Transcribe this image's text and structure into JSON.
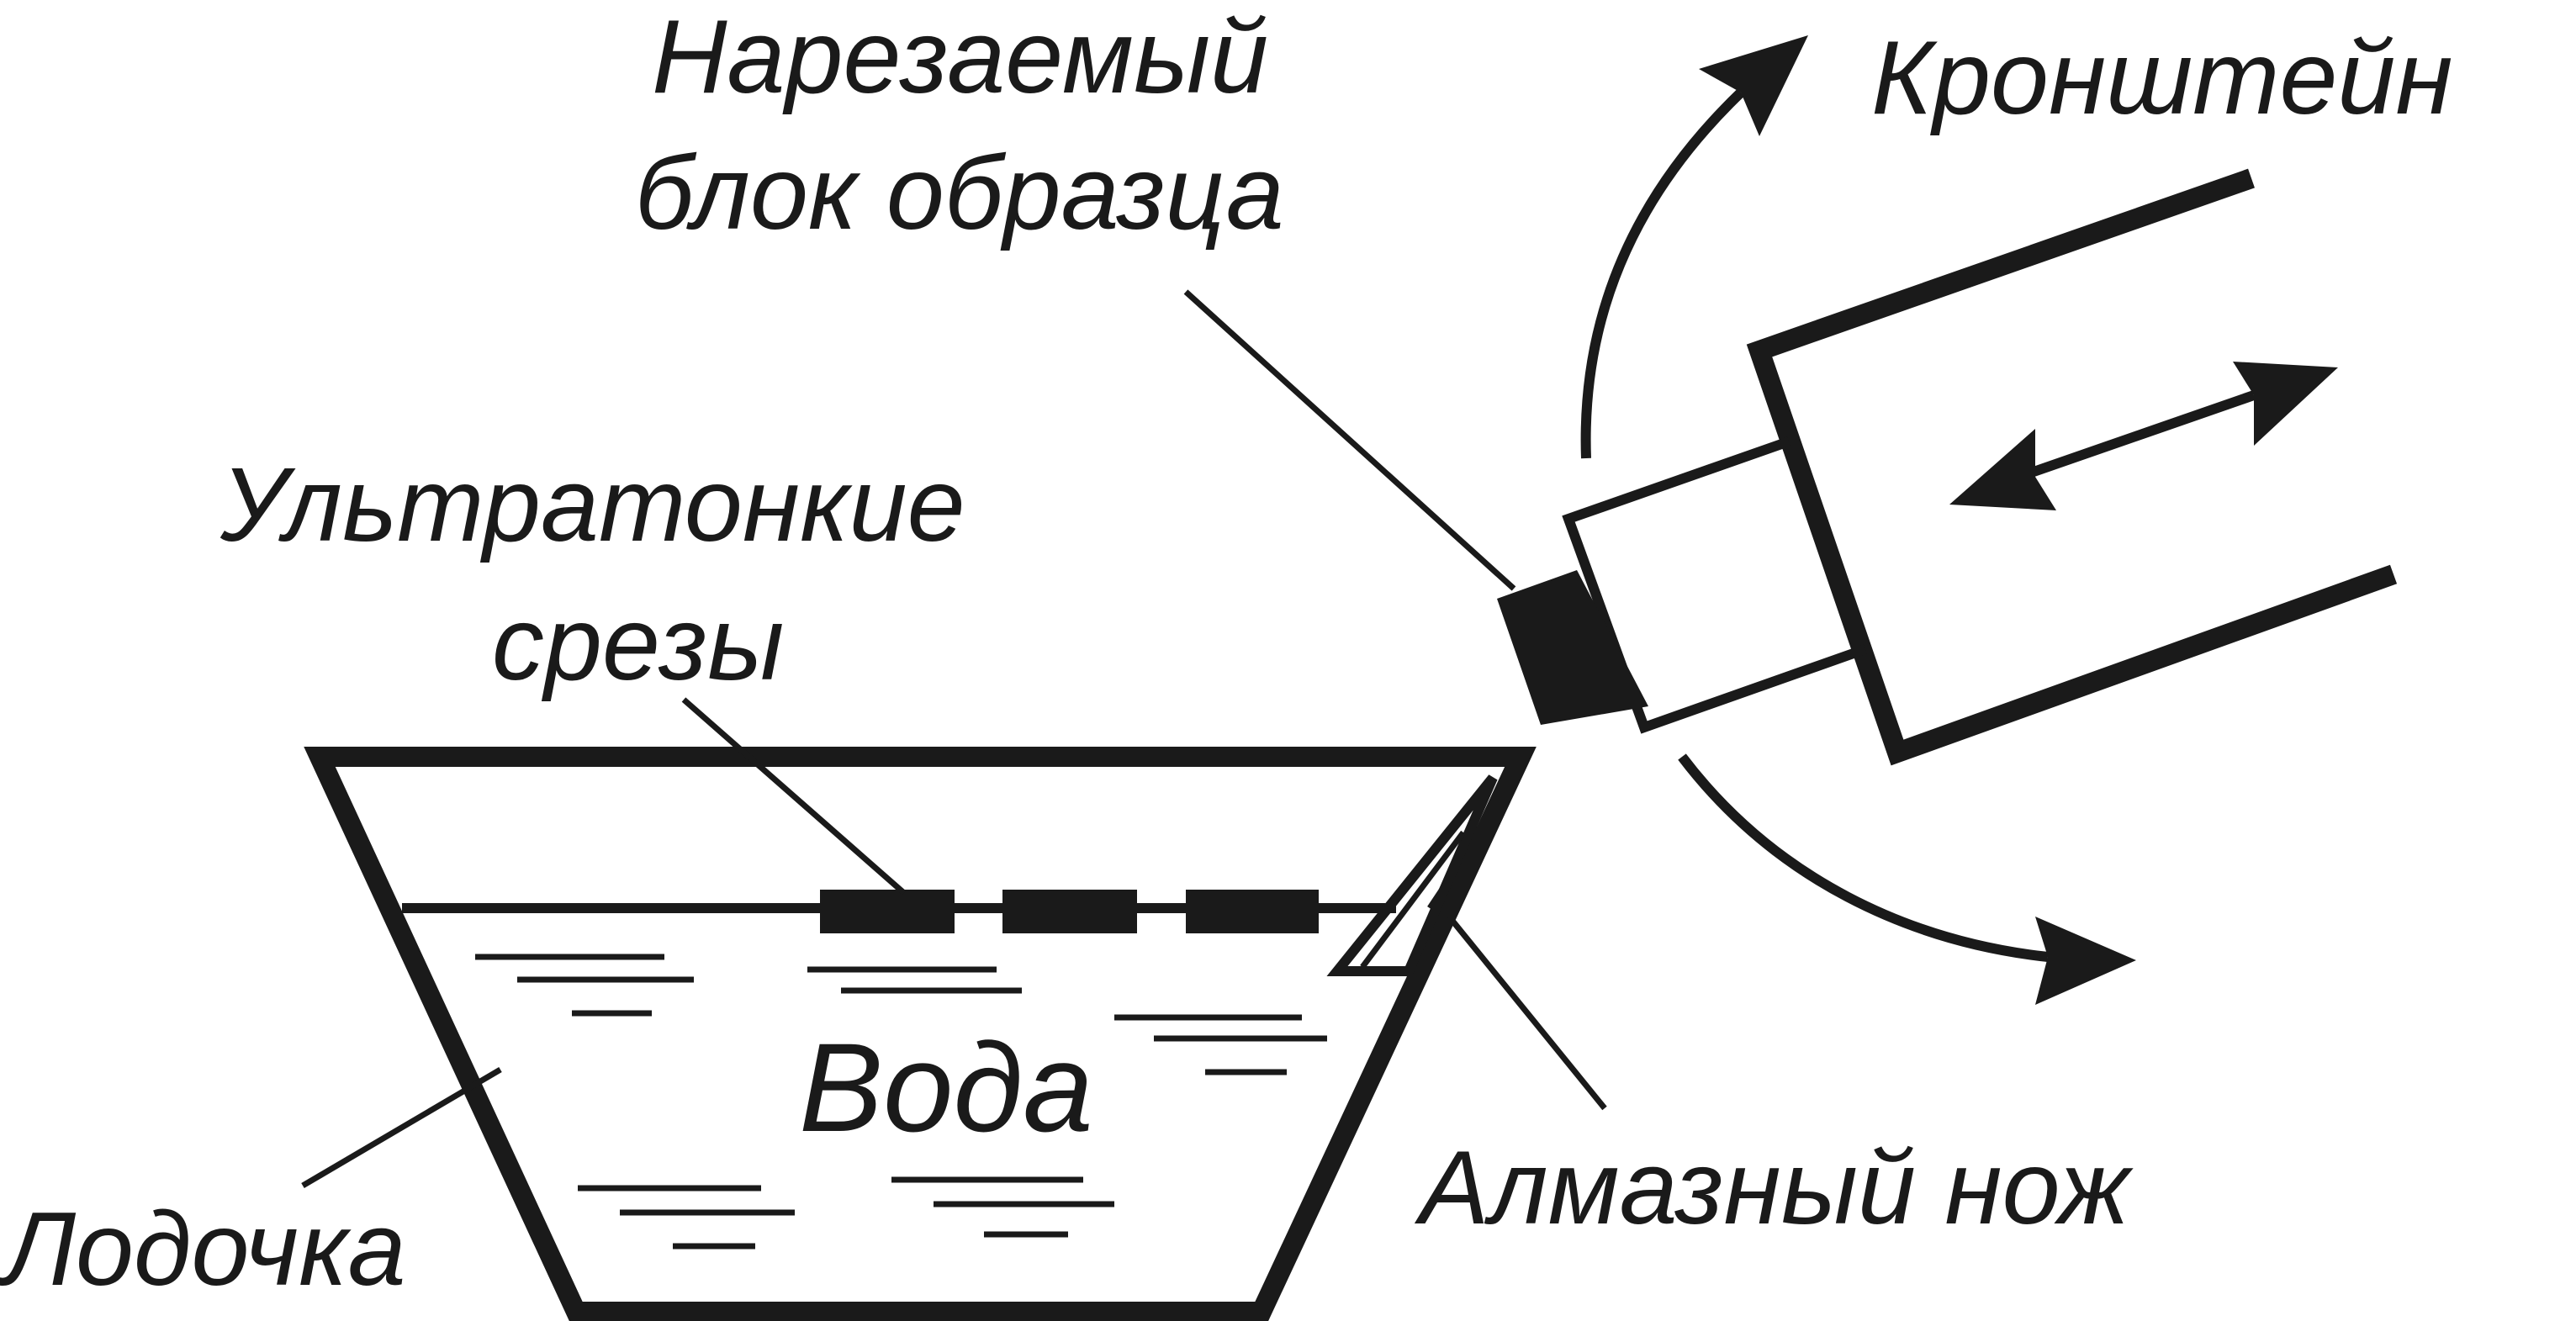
{
  "labels": {
    "sample_block_line1": "Нарезаемый",
    "sample_block_line2": "блок образца",
    "bracket": "Кронштейн",
    "sections_line1": "Ультратонкие",
    "sections_line2": "срезы",
    "water": "Вода",
    "diamond_knife": "Алмазный нож",
    "boat": "Лодочка"
  },
  "colors": {
    "ink": "#1a1a1a",
    "background": "#ffffff"
  }
}
